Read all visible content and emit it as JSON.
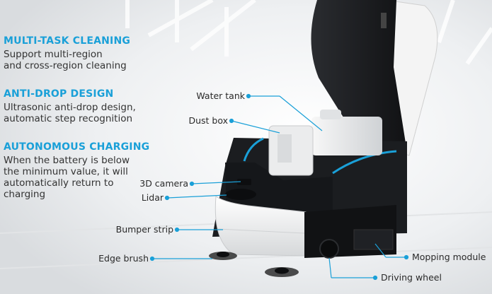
{
  "features": [
    {
      "title": "MULTI-TASK CLEANING",
      "lines": [
        "Support multi-region",
        "and cross-region cleaning"
      ]
    },
    {
      "title": "ANTI-DROP DESIGN",
      "lines": [
        "Ultrasonic anti-drop design,",
        "automatic step recognition"
      ]
    },
    {
      "title": "AUTONOMOUS CHARGING",
      "lines": [
        "When the battery is below",
        "the minimum value, it will",
        "automatically return to",
        "charging"
      ]
    }
  ],
  "callouts": {
    "water_tank": "Water tank",
    "dust_box": "Dust box",
    "camera_3d": "3D camera",
    "lidar": "Lidar",
    "bumper_strip": "Bumper strip",
    "edge_brush": "Edge brush",
    "mopping_module": "Mopping module",
    "driving_wheel": "Driving wheel"
  },
  "colors": {
    "accent": "#1aa0d8",
    "robot_body": "#1b1d20",
    "robot_white": "#f2f2f2",
    "background": "#f4f5f6"
  }
}
